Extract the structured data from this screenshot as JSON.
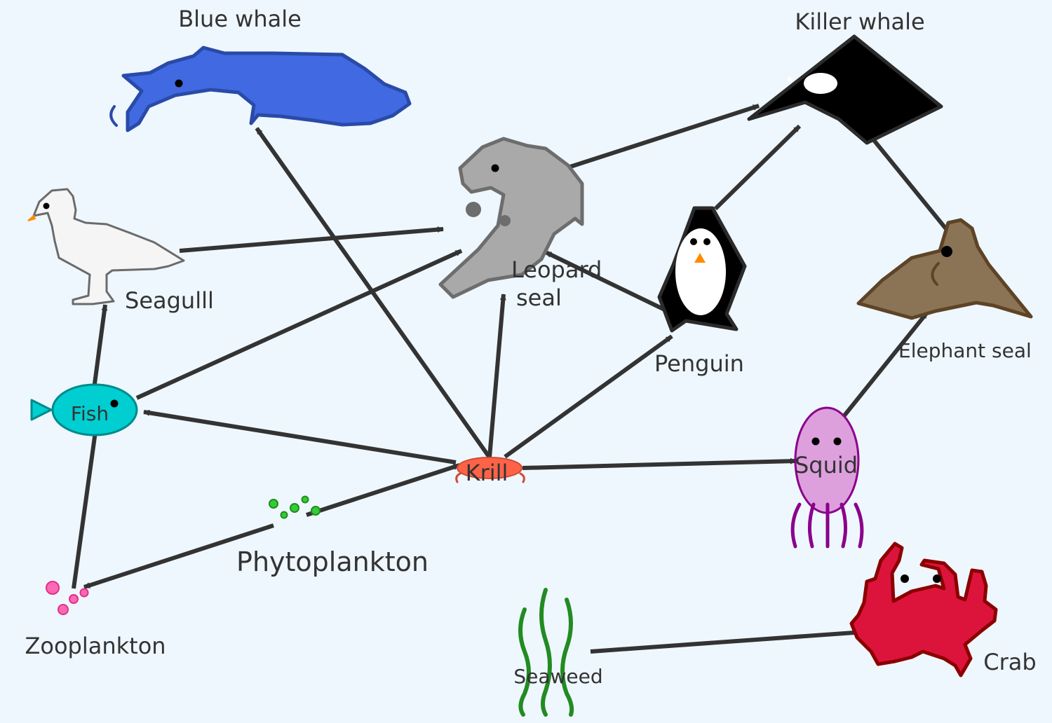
{
  "diagram": {
    "colors": {
      "background": "#eef7fd",
      "arrow": "#333333",
      "label": "#333333",
      "blue_whale": "#4169e1",
      "killer_whale": "#000000",
      "leopard_seal": "#a9a9a9",
      "elephant_seal": "#8b7355",
      "seagull": "#f5f5f5",
      "penguin": "#000000",
      "fish": "#00ced1",
      "krill": "#ff6347",
      "squid": "#dda0dd",
      "crab": "#dc143c",
      "seaweed": "#228b22",
      "phytoplankton": "#32cd32",
      "zooplankton": "#ff69b4"
    },
    "nodes": [
      {
        "id": "blue_whale",
        "label": "Blue whale",
        "icon": "whale-icon"
      },
      {
        "id": "killer_whale",
        "label": "Killer whale",
        "icon": "orca-icon"
      },
      {
        "id": "leopard_seal",
        "label": "Leopard\nseal",
        "icon": "seal-icon"
      },
      {
        "id": "seagull",
        "label": "Seagulll",
        "icon": "bird-icon"
      },
      {
        "id": "penguin",
        "label": "Penguin",
        "icon": "penguin-icon"
      },
      {
        "id": "elephant_seal",
        "label": "Elephant seal",
        "icon": "seal-icon"
      },
      {
        "id": "fish",
        "label": "Fish",
        "icon": "fish-icon"
      },
      {
        "id": "krill",
        "label": "Krill",
        "icon": "krill-icon"
      },
      {
        "id": "squid",
        "label": "Squid",
        "icon": "squid-icon"
      },
      {
        "id": "phytoplankton",
        "label": "Phytoplankton",
        "icon": "phytoplankton-icon"
      },
      {
        "id": "zooplankton",
        "label": "Zooplankton",
        "icon": "zooplankton-icon"
      },
      {
        "id": "seaweed",
        "label": "Seaweed",
        "icon": "seaweed-icon"
      },
      {
        "id": "crab",
        "label": "Crab",
        "icon": "crab-icon"
      }
    ],
    "edges": [
      {
        "from": "krill",
        "to": "blue_whale"
      },
      {
        "from": "krill",
        "to": "fish"
      },
      {
        "from": "krill",
        "to": "leopard_seal"
      },
      {
        "from": "krill",
        "to": "penguin"
      },
      {
        "from": "krill",
        "to": "squid"
      },
      {
        "from": "phytoplankton",
        "to": "krill"
      },
      {
        "from": "phytoplankton",
        "to": "zooplankton"
      },
      {
        "from": "zooplankton",
        "to": "fish"
      },
      {
        "from": "fish",
        "to": "seagull"
      },
      {
        "from": "fish",
        "to": "leopard_seal"
      },
      {
        "from": "seagull",
        "to": "leopard_seal"
      },
      {
        "from": "penguin",
        "to": "leopard_seal"
      },
      {
        "from": "leopard_seal",
        "to": "killer_whale"
      },
      {
        "from": "penguin",
        "to": "killer_whale"
      },
      {
        "from": "elephant_seal",
        "to": "killer_whale"
      },
      {
        "from": "squid",
        "to": "elephant_seal"
      },
      {
        "from": "seaweed",
        "to": "crab"
      }
    ]
  }
}
